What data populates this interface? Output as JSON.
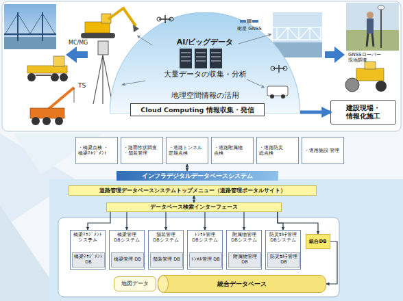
{
  "diagram": {
    "nodes": [
      {
        "text": [
          "AI/ビッグデータ",
          "大量データの収集・分析",
          "地理空間情報の活用"
        ]
      },
      {
        "text": [
          "Cloud Computing 情報収集・発信"
        ]
      },
      {
        "text": [
          "建設現場・ 情報化施工"
        ]
      },
      {
        "text": [
          "・橋梁点検 ・橋梁ﾏﾈｼﾞﾒﾝﾄ"
        ]
      },
      {
        "text": [
          "・路面性状調査 ・舗装管理"
        ]
      },
      {
        "text": [
          "・道路トンネル 定期点検"
        ]
      },
      {
        "text": [
          "・道路附属物 点検"
        ]
      },
      {
        "text": [
          "・道路防災 総点検"
        ]
      },
      {
        "text": [
          "・道路施設 管理"
        ]
      },
      {
        "text": [
          "インフラデジタルデータベースシステム"
        ]
      },
      {
        "text": [
          "道路管理データベースシステムトップメニュー（道路管理ポータルサイト）"
        ]
      },
      {
        "text": [
          "データベース検索インターフェース"
        ]
      },
      {
        "text": [
          "橋梁ﾏﾈｼﾞﾒﾝﾄ システム"
        ]
      },
      {
        "text": [
          "橋梁ﾏﾈｼﾞﾒﾝﾄ DB"
        ],
        "in": 12
      },
      {
        "text": [
          "橋梁管理 DBシステム"
        ]
      },
      {
        "text": [
          "橋梁管理 DB"
        ],
        "in": 14
      },
      {
        "text": [
          "舗装管理 DBシステム"
        ]
      },
      {
        "text": [
          "舗装管理 DB"
        ],
        "in": 16
      },
      {
        "text": [
          "ﾄﾝﾈﾙ管理 DBシステム"
        ]
      },
      {
        "text": [
          "ﾄﾝﾈﾙ管理 DB"
        ],
        "in": 18
      },
      {
        "text": [
          "附属物管理 DBシステム"
        ]
      },
      {
        "text": [
          "附属物管理 DB"
        ],
        "in": 20
      },
      {
        "text": [
          "防災ｶﾙﾃ管理 DBシステム"
        ]
      },
      {
        "text": [
          "防災ｶﾙﾃ管理 DB"
        ],
        "in": 22
      },
      {
        "text": [
          "統合DB"
        ]
      },
      {
        "text": [
          "地図データ"
        ]
      },
      {
        "text": [
          "統合データベース"
        ]
      }
    ],
    "edges": [
      {
        "from": 0,
        "to": 2,
        "arrow": "to"
      },
      {
        "from": 5,
        "to": 9,
        "arrow": "both"
      },
      {
        "from": 10,
        "to": 11,
        "arrow": "both"
      },
      {
        "from": 11,
        "to": 12,
        "arrow": "to"
      },
      {
        "from": 11,
        "to": 14,
        "arrow": "to"
      },
      {
        "from": 11,
        "to": 16,
        "arrow": "to"
      },
      {
        "from": 11,
        "to": 18,
        "arrow": "to"
      },
      {
        "from": 11,
        "to": 20,
        "arrow": "to"
      },
      {
        "from": 11,
        "to": 22,
        "arrow": "to"
      },
      {
        "from": 11,
        "to": 24,
        "arrow": "to"
      },
      {
        "from": 24,
        "to": 26,
        "arrow": "to"
      }
    ],
    "labels": [
      "MC/MG",
      "TS",
      "衛星 GNSS",
      "GNSSローバー 現地調査"
    ]
  }
}
